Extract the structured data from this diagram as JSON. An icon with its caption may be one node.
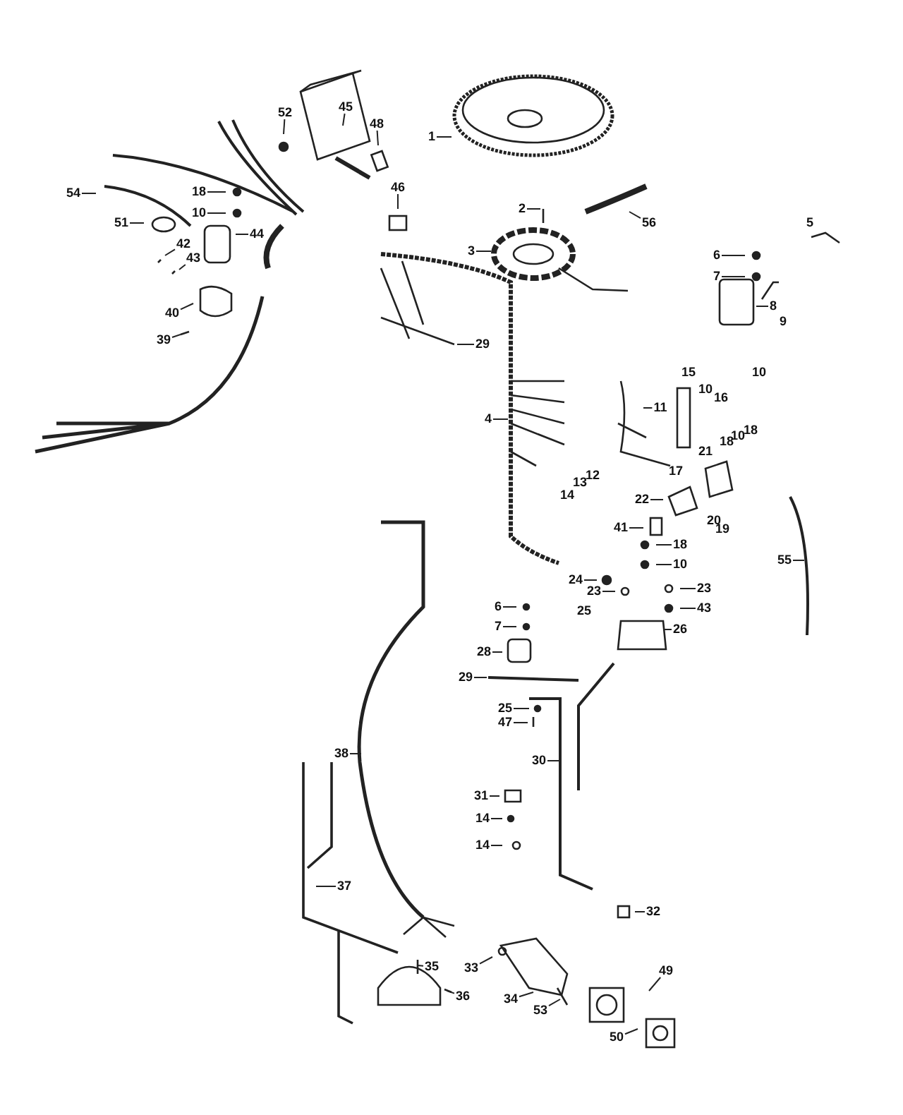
{
  "diagram": {
    "nodes": [
      {
        "text": [
          "45"
        ]
      },
      {
        "text": [
          "52"
        ]
      },
      {
        "text": [
          "1"
        ]
      },
      {
        "text": [
          "48"
        ]
      },
      {
        "text": [
          "46"
        ]
      },
      {
        "text": [
          "54"
        ]
      },
      {
        "text": [
          "18"
        ]
      },
      {
        "text": [
          "10"
        ]
      },
      {
        "text": [
          "2"
        ]
      },
      {
        "text": [
          "56"
        ]
      },
      {
        "text": [
          "51"
        ]
      },
      {
        "text": [
          "44"
        ]
      },
      {
        "text": [
          "42"
        ]
      },
      {
        "text": [
          "43"
        ]
      },
      {
        "text": [
          "3"
        ]
      },
      {
        "text": [
          "6"
        ]
      },
      {
        "text": [
          "7"
        ]
      },
      {
        "text": [
          "8"
        ]
      },
      {
        "text": [
          "40"
        ]
      },
      {
        "text": [
          "39"
        ]
      },
      {
        "text": [
          "29"
        ]
      },
      {
        "text": [
          "11"
        ]
      },
      {
        "text": [
          "4"
        ]
      },
      {
        "text": [
          "22"
        ]
      },
      {
        "text": [
          "41"
        ]
      },
      {
        "text": [
          "18"
        ]
      },
      {
        "text": [
          "55"
        ]
      },
      {
        "text": [
          "10"
        ]
      },
      {
        "text": [
          "23"
        ]
      },
      {
        "text": [
          "24"
        ]
      },
      {
        "text": [
          "43"
        ]
      },
      {
        "text": [
          "23"
        ]
      },
      {
        "text": [
          "6"
        ]
      },
      {
        "text": [
          "26"
        ]
      },
      {
        "text": [
          "7"
        ]
      },
      {
        "text": [
          "28"
        ]
      },
      {
        "text": [
          "29"
        ]
      },
      {
        "text": [
          "25"
        ]
      },
      {
        "text": [
          "47"
        ]
      },
      {
        "text": [
          "38"
        ]
      },
      {
        "text": [
          "30"
        ]
      },
      {
        "text": [
          "31"
        ]
      },
      {
        "text": [
          "14"
        ]
      },
      {
        "text": [
          "14"
        ]
      },
      {
        "text": [
          "37"
        ]
      },
      {
        "text": [
          "32"
        ]
      },
      {
        "text": [
          "35"
        ]
      },
      {
        "text": [
          "33"
        ]
      },
      {
        "text": [
          "49"
        ]
      },
      {
        "text": [
          "36"
        ]
      },
      {
        "text": [
          "34"
        ]
      },
      {
        "text": [
          "53"
        ]
      },
      {
        "text": [
          "50"
        ]
      }
    ],
    "edges": [
      {
        "from": 0,
        "to": null,
        "arrow": "none"
      },
      {
        "from": 1,
        "to": null,
        "arrow": "none"
      },
      {
        "from": 2,
        "to": null,
        "arrow": "none"
      },
      {
        "from": 3,
        "to": null,
        "arrow": "none"
      },
      {
        "from": 4,
        "to": null,
        "arrow": "none"
      },
      {
        "from": 5,
        "to": null,
        "arrow": "none"
      },
      {
        "from": 6,
        "to": null,
        "arrow": "none"
      },
      {
        "from": 7,
        "to": null,
        "arrow": "none"
      },
      {
        "from": 8,
        "to": null,
        "arrow": "none"
      },
      {
        "from": 9,
        "to": null,
        "arrow": "none"
      },
      {
        "from": 10,
        "to": null,
        "arrow": "none"
      },
      {
        "from": 11,
        "to": null,
        "arrow": "none"
      },
      {
        "from": 12,
        "to": null,
        "arrow": "none"
      },
      {
        "from": 13,
        "to": null,
        "arrow": "none"
      },
      {
        "from": 14,
        "to": null,
        "arrow": "none"
      },
      {
        "from": 15,
        "to": null,
        "arrow": "none"
      },
      {
        "from": 16,
        "to": null,
        "arrow": "none"
      },
      {
        "from": 17,
        "to": null,
        "arrow": "none"
      },
      {
        "from": 18,
        "to": null,
        "arrow": "none"
      },
      {
        "from": 19,
        "to": null,
        "arrow": "none"
      },
      {
        "from": 20,
        "to": null,
        "arrow": "none"
      },
      {
        "from": 21,
        "to": null,
        "arrow": "none"
      },
      {
        "from": 22,
        "to": null,
        "arrow": "none"
      },
      {
        "from": 23,
        "to": null,
        "arrow": "none"
      },
      {
        "from": 24,
        "to": null,
        "arrow": "none"
      },
      {
        "from": 25,
        "to": null,
        "arrow": "none"
      },
      {
        "from": 26,
        "to": null,
        "arrow": "none"
      },
      {
        "from": 27,
        "to": null,
        "arrow": "none"
      },
      {
        "from": 28,
        "to": null,
        "arrow": "none"
      },
      {
        "from": 29,
        "to": null,
        "arrow": "none"
      },
      {
        "from": 30,
        "to": null,
        "arrow": "none"
      },
      {
        "from": 31,
        "to": null,
        "arrow": "none"
      },
      {
        "from": 32,
        "to": null,
        "arrow": "none"
      },
      {
        "from": 33,
        "to": null,
        "arrow": "none"
      },
      {
        "from": 34,
        "to": null,
        "arrow": "none"
      },
      {
        "from": 35,
        "to": null,
        "arrow": "none"
      },
      {
        "from": 36,
        "to": null,
        "arrow": "none"
      },
      {
        "from": 37,
        "to": null,
        "arrow": "none"
      },
      {
        "from": 38,
        "to": null,
        "arrow": "none"
      },
      {
        "from": 39,
        "to": null,
        "arrow": "none"
      },
      {
        "from": 40,
        "to": null,
        "arrow": "none"
      },
      {
        "from": 41,
        "to": null,
        "arrow": "none"
      },
      {
        "from": 42,
        "to": null,
        "arrow": "none"
      },
      {
        "from": 43,
        "to": null,
        "arrow": "none"
      },
      {
        "from": 44,
        "to": null,
        "arrow": "none"
      },
      {
        "from": 45,
        "to": null,
        "arrow": "none"
      },
      {
        "from": 46,
        "to": null,
        "arrow": "none"
      },
      {
        "from": 47,
        "to": null,
        "arrow": "none"
      },
      {
        "from": 48,
        "to": null,
        "arrow": "none"
      },
      {
        "from": 49,
        "to": null,
        "arrow": "none"
      },
      {
        "from": 50,
        "to": null,
        "arrow": "none"
      },
      {
        "from": 51,
        "to": null,
        "arrow": "none"
      },
      {
        "from": 52,
        "to": null,
        "arrow": "none"
      }
    ],
    "labels": [
      "5",
      "9",
      "15",
      "10",
      "10",
      "16",
      "18",
      "10",
      "18",
      "21",
      "17",
      "12",
      "13",
      "14",
      "20",
      "19",
      "25"
    ]
  }
}
